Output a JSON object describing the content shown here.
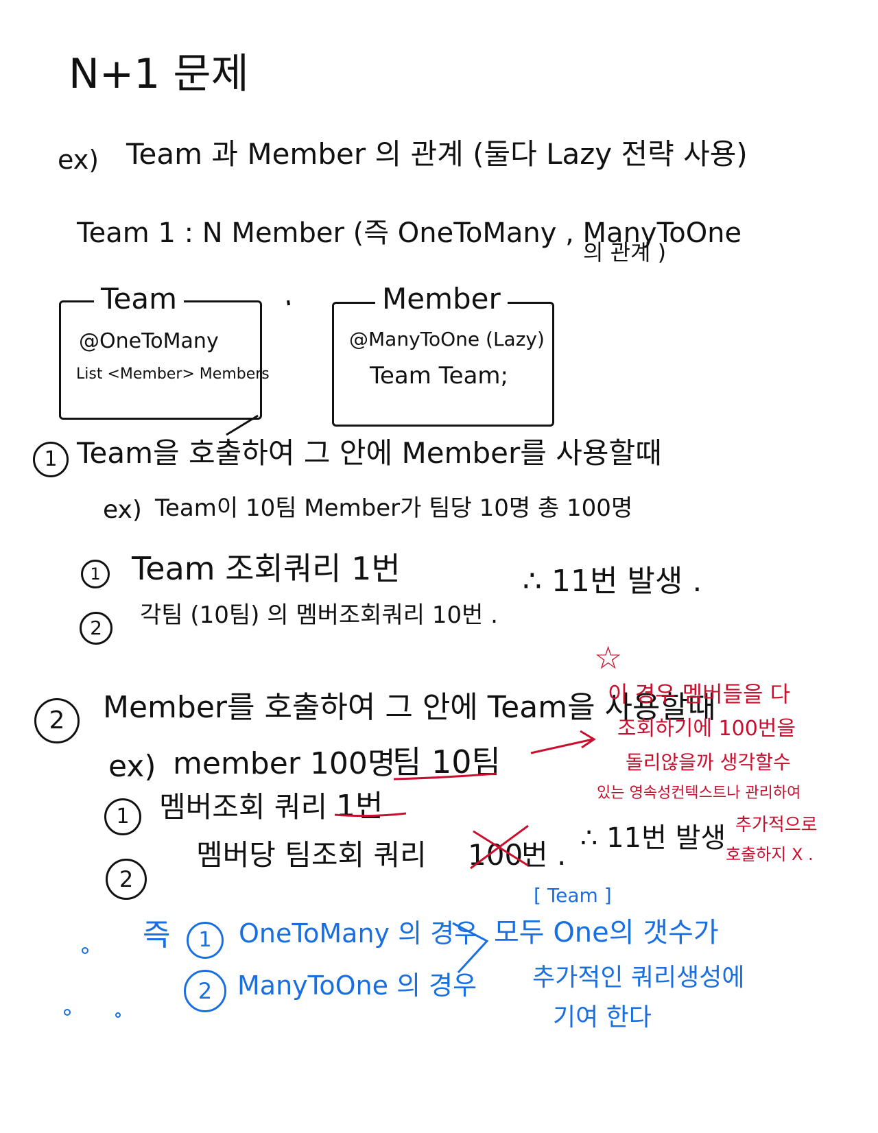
{
  "colors": {
    "ink": "#111111",
    "red": "#c8102e",
    "blue": "#1a6fe0"
  },
  "title": "N+1 문제",
  "line_ex": {
    "prefix": "ex)",
    "text": "Team 과 Member 의 관계 (둘다 Lazy 전략 사용)"
  },
  "line_rel": {
    "text": "Team 1 : N Member (즉 OneToMany , ManyToOne",
    "cont": "의 관계 )"
  },
  "team_box": {
    "title": "Team",
    "line1": "@OneToMany",
    "line2": "List <Member> Members"
  },
  "member_box": {
    "title": "Member",
    "line1": "@ManyToOne (Lazy)",
    "line2": "Team Team;"
  },
  "case1": {
    "num": "1",
    "heading": "Team을 호출하여 그 안에 Member를 사용할때",
    "ex_prefix": "ex)",
    "ex_text": "Team이 10팀 Member가 팀당 10명 총 100명",
    "step1_num": "1",
    "step1": "Team 조회쿼리 1번",
    "step2_num": "2",
    "step2": "각팀 (10팀) 의 멤버조회쿼리 10번 .",
    "result": "∴ 11번 발생 ."
  },
  "case2": {
    "num": "2",
    "heading": "Member를 호출하여 그 안에 Team을 사용할때",
    "ex_prefix": "ex)",
    "ex_text_a": "member 100명",
    "ex_text_b": "팀 10팀",
    "step1_num": "1",
    "step1_a": "멤버조회 쿼리",
    "step1_b": "1번",
    "step2_num": "2",
    "step2_a": "멤버당 팀조회 쿼리",
    "step2_struck": "100",
    "step2_b": "번 .",
    "result": "∴ 11번 발생"
  },
  "red_note": {
    "star": "☆",
    "lines": [
      "이 경우 멤버들을 다",
      "조회하기에 100번을",
      "돌리않을까 생각할수",
      "있는 영속성컨텍스트나 관리하여",
      "추가적으로",
      "호출하지 X ."
    ]
  },
  "summary": {
    "prefix": "즉",
    "item1_num": "1",
    "item1": "OneToMany 의 경우",
    "item2_num": "2",
    "item2": "ManyToOne 의 경우",
    "bracket_label": "[ Team ]",
    "line1": "모두 One의 갯수가",
    "line2": "추가적인 쿼리생성에",
    "line3": "기여 한다"
  }
}
